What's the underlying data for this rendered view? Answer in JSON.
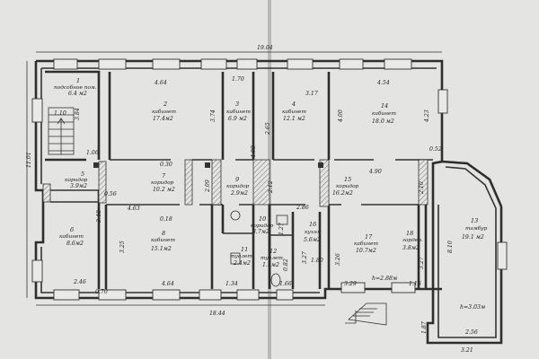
{
  "title": "",
  "overall_dims": {
    "top": "19.04",
    "bottom": "18.44"
  },
  "rooms": [
    {
      "num": "1",
      "name": "подсобное пом.",
      "area": "6.4 м2"
    },
    {
      "num": "2",
      "name": "кабинет",
      "area": "17.4м2"
    },
    {
      "num": "3",
      "name": "кабинет",
      "area": "6.9 м2"
    },
    {
      "num": "4",
      "name": "кабинет",
      "area": "12.1 м2"
    },
    {
      "num": "14",
      "name": "кабинет",
      "area": "18.0 м2"
    },
    {
      "num": "5",
      "name": "коридор",
      "area": "3.9м2"
    },
    {
      "num": "7",
      "name": "коридор",
      "area": "10.2 м2"
    },
    {
      "num": "9",
      "name": "коридор",
      "area": "2.9м2"
    },
    {
      "num": "15",
      "name": "коридор",
      "area": "16.2м2"
    },
    {
      "num": "6",
      "name": "кабинет",
      "area": "8.6м2"
    },
    {
      "num": "8",
      "name": "кабинет",
      "area": "15.1м2"
    },
    {
      "num": "10",
      "name": "коридор",
      "area": "3.7м2"
    },
    {
      "num": "11",
      "name": "туалет",
      "area": "2.4м2"
    },
    {
      "num": "12",
      "name": "туалет",
      "area": "1.1м2"
    },
    {
      "num": "16",
      "name": "кухня",
      "area": "5.6м2"
    },
    {
      "num": "17",
      "name": "кабинет",
      "area": "10.7м2"
    },
    {
      "num": "18",
      "name": "гардер.",
      "area": "3.8м2"
    },
    {
      "num": "13",
      "name": "тамбур",
      "area": "19.1 м2"
    }
  ],
  "dims": {
    "d_464a": "4.64",
    "d_170": "1.70",
    "d_317": "3.17",
    "d_454": "4.54",
    "d_110": "1.10",
    "d_384": "3.84",
    "d_374": "3.74",
    "d_400": "4.00",
    "d_423": "4.23",
    "d_1101": "11.01",
    "d_106": "1.06",
    "d_030": "0.30",
    "d_408": "4.08",
    "d_265": "2.65",
    "d_052": "0.52",
    "d_490": "4.90",
    "d_056": "0.56",
    "d_209": "2.09",
    "d_212": "2.12",
    "d_210": "2.10",
    "d_463": "4.63",
    "d_018": "0.18",
    "d_348": "3.48",
    "d_286": "2.86",
    "d_325": "3.25",
    "d_180": "1.80",
    "d_327a": "3.27",
    "d_326": "3.26",
    "d_327b": "3.27",
    "d_810": "8.10",
    "d_246": "2.46",
    "d_070": "0.70",
    "d_464b": "4.64",
    "d_134": "1.34",
    "d_166": "1.66",
    "d_329": "3.29",
    "d_116": "1.16",
    "d_187": "1.87",
    "d_256": "2.56",
    "d_321": "3.21",
    "h_288": "h=2.88м",
    "h_303": "h=3.03м",
    "d_127": "1.27",
    "d_082": "0.82"
  }
}
